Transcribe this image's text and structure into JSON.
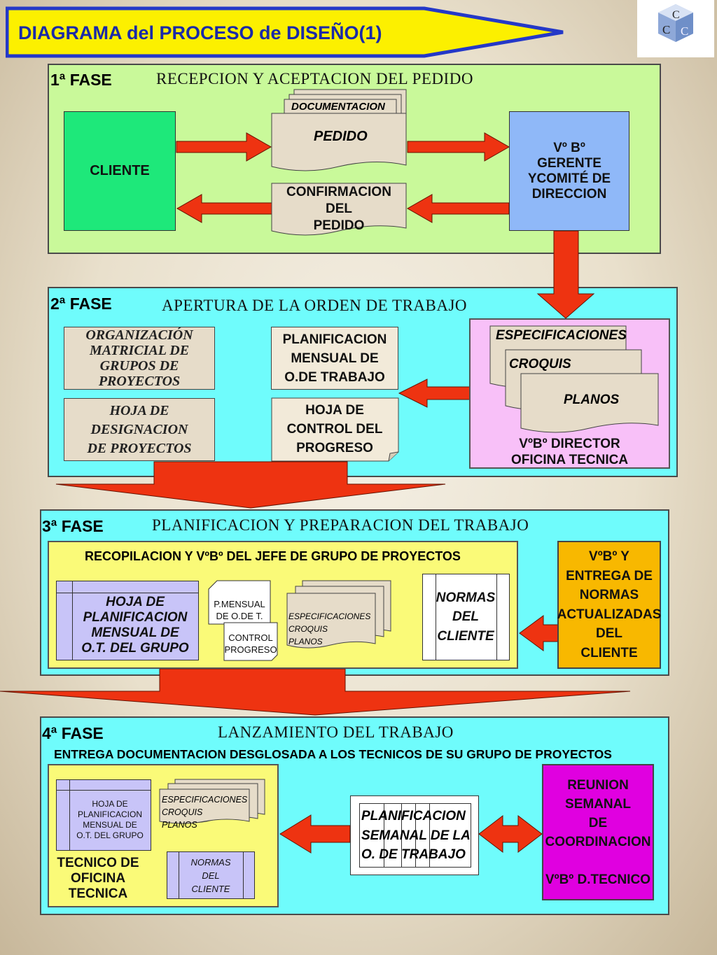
{
  "header": {
    "title": "DIAGRAMA del PROCESO de DISEÑO(1)",
    "logo_letters": [
      "C",
      "C",
      "C"
    ],
    "colors": {
      "title_text": "#1a2aa8",
      "banner": "#fcf000",
      "banner_border": "#2438c8"
    }
  },
  "phase1": {
    "label": "1ª FASE",
    "title": "RECEPCION Y ACEPTACION DEL PEDIDO",
    "cliente": "CLIENTE",
    "doc_back": "DOCUMENTACION",
    "doc_front": "PEDIDO",
    "confirmacion": [
      "CONFIRMACION",
      "DEL",
      "PEDIDO"
    ],
    "vb": [
      "Vº Bº",
      "GERENTE",
      "YCOMITÉ DE",
      "DIRECCION"
    ]
  },
  "phase2": {
    "label": "2ª FASE",
    "title": "APERTURA DE LA ORDEN DE TRABAJO",
    "organizacion": [
      "ORGANIZACIÓN",
      "MATRICIAL DE",
      "GRUPOS DE",
      "PROYECTOS"
    ],
    "hoja_designacion": [
      "HOJA DE",
      "DESIGNACION",
      "DE PROYECTOS"
    ],
    "planificacion": [
      "PLANIFICACION",
      "MENSUAL DE",
      "O.DE TRABAJO"
    ],
    "hoja_control": [
      "HOJA DE",
      "CONTROL DEL",
      "PROGRESO"
    ],
    "especificaciones": "ESPECIFICACIONES",
    "croquis": "CROQUIS",
    "planos": "PLANOS",
    "vb_director": [
      "VºBº DIRECTOR",
      "OFICINA TECNICA"
    ]
  },
  "phase3": {
    "label": "3ª FASE",
    "title": "PLANIFICACION Y PREPARACION DEL TRABAJO",
    "recopilacion": "RECOPILACION Y VºBº DEL JEFE DE GRUPO DE PROYECTOS",
    "hoja_planificacion": [
      "HOJA DE",
      "PLANIFICACION",
      "MENSUAL DE",
      "O.T. DEL GRUPO"
    ],
    "p_mensual": [
      "P.MENSUAL",
      "DE O.DE T."
    ],
    "control_progreso": [
      "CONTROL",
      "PROGRESO"
    ],
    "docs": [
      "ESPECIFICACIONES",
      "CROQUIS",
      "PLANOS"
    ],
    "normas": [
      "NORMAS",
      "DEL",
      "CLIENTE"
    ],
    "vb_entrega": [
      "VºBº Y",
      "ENTREGA DE",
      "NORMAS",
      "ACTUALIZADAS",
      "DEL",
      "CLIENTE"
    ]
  },
  "phase4": {
    "label": "4ª FASE",
    "title": "LANZAMIENTO DEL TRABAJO",
    "entrega": "ENTREGA DOCUMENTACION DESGLOSADA A LOS TECNICOS DE SU GRUPO DE PROYECTOS",
    "hoja_planificacion": [
      "HOJA DE",
      "PLANIFICACION",
      "MENSUAL DE",
      "O.T. DEL GRUPO"
    ],
    "docs": [
      "ESPECIFICACIONES",
      "CROQUIS",
      "PLANOS"
    ],
    "tecnico": [
      "TECNICO DE",
      "OFICINA",
      "TECNICA"
    ],
    "normas": [
      "NORMAS",
      "DEL",
      "CLIENTE"
    ],
    "planificacion_semanal": [
      "PLANIFICACION",
      "SEMANAL DE LA",
      "O. DE TRABAJO"
    ],
    "reunion": [
      "REUNION",
      "SEMANAL",
      "DE",
      "COORDINACION",
      "",
      "VºBº D.TECNICO"
    ]
  }
}
